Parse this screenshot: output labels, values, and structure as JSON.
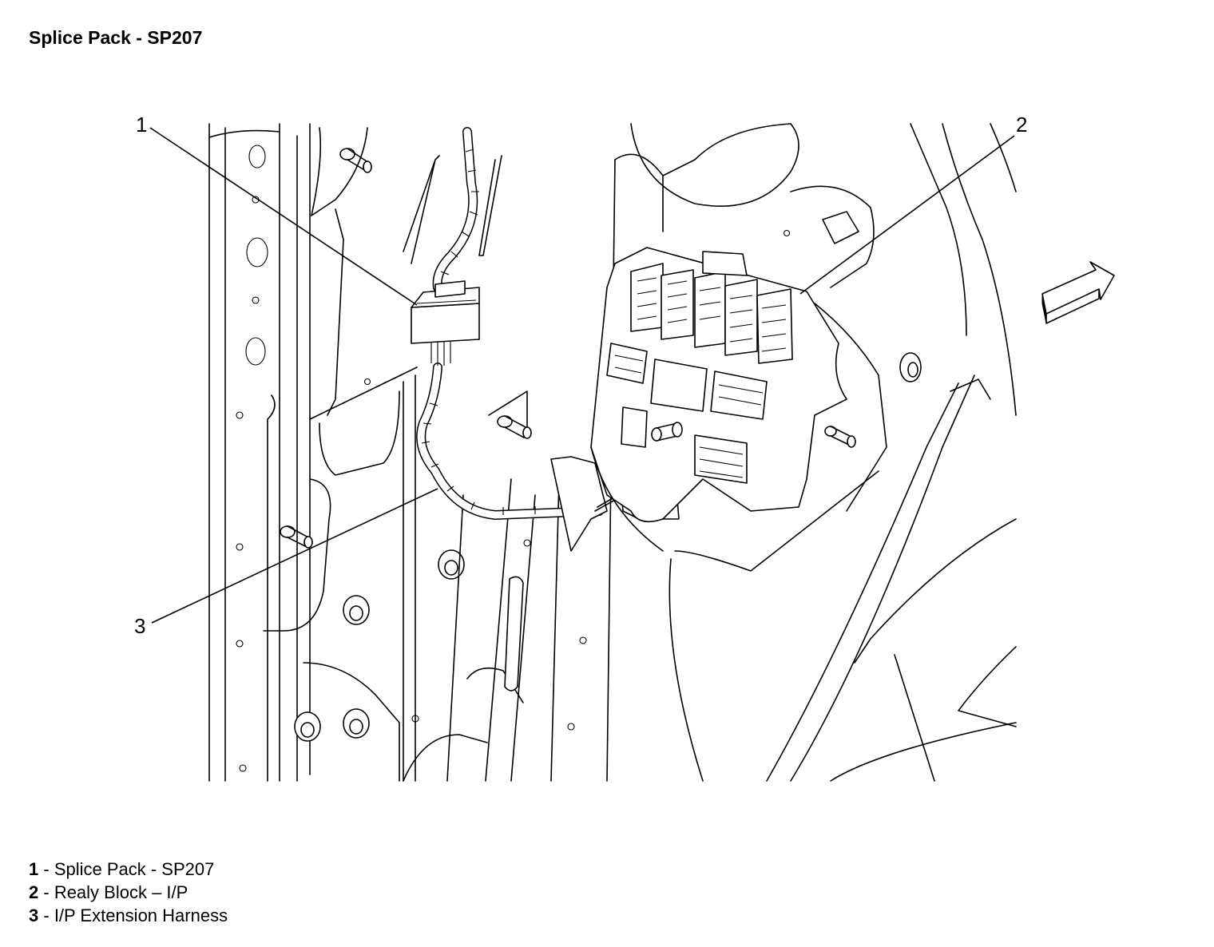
{
  "title": "Splice Pack - SP207",
  "callouts": [
    {
      "number": "1"
    },
    {
      "number": "2"
    },
    {
      "number": "3"
    }
  ],
  "legend": [
    {
      "number": "1",
      "separator": " - ",
      "text": "Splice Pack - SP207"
    },
    {
      "number": "2",
      "separator": " - ",
      "text": "Realy Block – I/P"
    },
    {
      "number": "3",
      "separator": " - ",
      "text": "I/P Extension Harness"
    }
  ],
  "icons": [
    "direction-arrow-icon"
  ]
}
